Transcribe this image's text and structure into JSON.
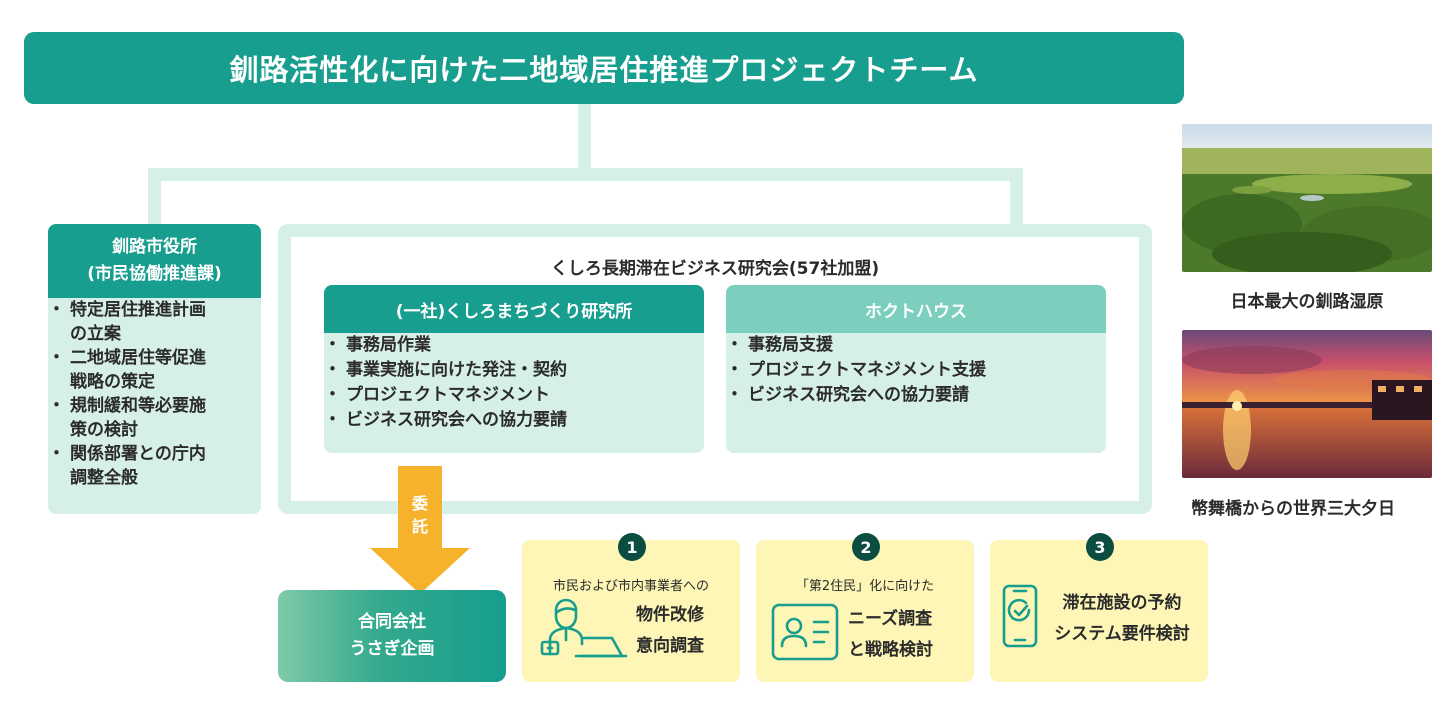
{
  "header": {
    "title": "釧路活性化に向けた二地域居住推進プロジェクトチーム"
  },
  "city_office": {
    "name_line1": "釧路市役所",
    "name_line2": "(市民協働推進課)",
    "tasks": [
      {
        "line1": "特定居住推進計画",
        "line2": "の立案"
      },
      {
        "line1": "二地域居住等促進",
        "line2": "戦略の策定"
      },
      {
        "line1": "規制緩和等必要施",
        "line2": "策の検討"
      },
      {
        "line1": "関係部署との庁内",
        "line2": "調整全般"
      }
    ]
  },
  "study_group": {
    "title": "くしろ長期滞在ビジネス研究会(57社加盟)",
    "institute": {
      "name": "(一社)くしろまちづくり研究所",
      "tasks": [
        "事務局作業",
        "事業実施に向けた発注・契約",
        "プロジェクトマネジメント",
        "ビジネス研究会への協力要請"
      ]
    },
    "hokuto": {
      "name": "ホクトハウス",
      "tasks": [
        "事務局支援",
        "プロジェクトマネジメント支援",
        "ビジネス研究会への協力要請"
      ]
    }
  },
  "entrust": {
    "line1": "委",
    "line2": "託"
  },
  "contractor": {
    "line1": "合同会社",
    "line2": "うさぎ企画"
  },
  "projects": [
    {
      "number": "1",
      "intro": "市民および市内事業者への",
      "title_line1": "物件改修",
      "title_line2": "意向調査",
      "icon": "person-laptop-icon"
    },
    {
      "number": "2",
      "intro": "「第2住民」化に向けた",
      "title_line1": "ニーズ調査",
      "title_line2": "と戦略検討",
      "icon": "id-card-icon"
    },
    {
      "number": "3",
      "intro": "",
      "title_line1": "滞在施設の予約",
      "title_line2": "システム要件検討",
      "icon": "smartphone-check-icon"
    }
  ],
  "photos": [
    {
      "caption": "日本最大の釧路湿原",
      "subject": "marsh-photo"
    },
    {
      "caption": "幣舞橋からの世界三大夕日",
      "subject": "sunset-photo"
    }
  ],
  "colors": {
    "teal": "#179e8e",
    "mint": "#d6efe9",
    "light_teal": "#7ccfbf",
    "yellow_card": "#fdf6b6",
    "arrow_orange": "#f6b22b",
    "number_badge": "#0b4d40"
  }
}
